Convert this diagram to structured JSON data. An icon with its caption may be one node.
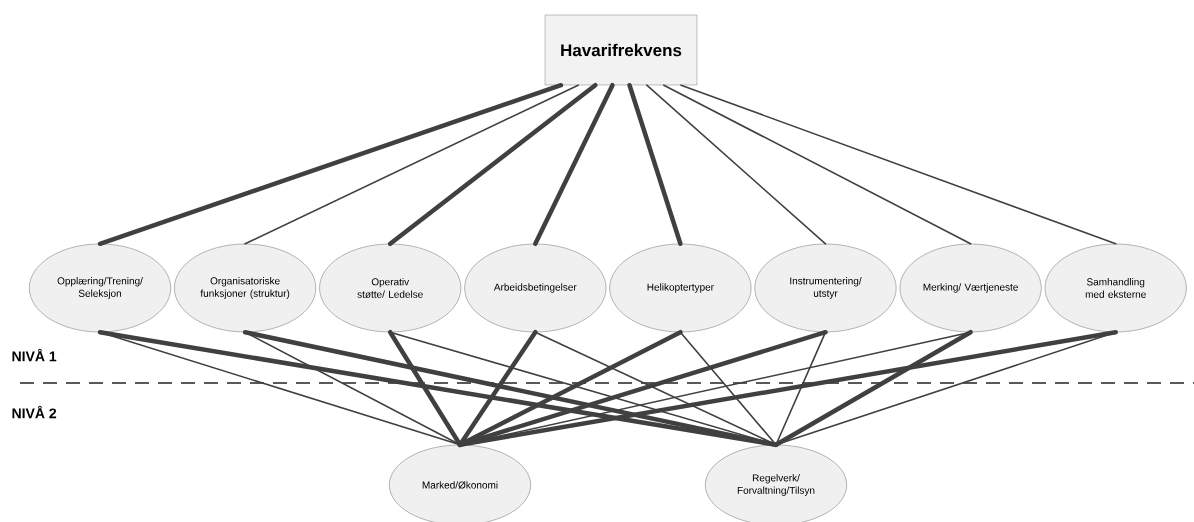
{
  "diagram": {
    "nodes": [
      {
        "text": [
          "Havarifrekvens"
        ]
      },
      {
        "text": [
          "Opplæring/Trening/ Seleksjon"
        ]
      },
      {
        "text": [
          "Organisatoriske funksjoner (struktur)"
        ]
      },
      {
        "text": [
          "Operativ støtte/ Ledelse"
        ]
      },
      {
        "text": [
          "Arbeidsbetingelser"
        ]
      },
      {
        "text": [
          "Helikoptertyper"
        ]
      },
      {
        "text": [
          "Instrumentering/ utstyr"
        ]
      },
      {
        "text": [
          "Merking/ Værtjeneste"
        ]
      },
      {
        "text": [
          "Samhandling med eksterne"
        ]
      },
      {
        "text": [
          "Marked/Økonomi"
        ]
      },
      {
        "text": [
          "Regelverk/ Forvaltning/Tilsyn"
        ]
      }
    ],
    "edges": [
      {
        "from": 0,
        "to": 1,
        "arrow": "none",
        "style": "thick"
      },
      {
        "from": 0,
        "to": 2,
        "arrow": "none"
      },
      {
        "from": 0,
        "to": 3,
        "arrow": "none",
        "style": "thick"
      },
      {
        "from": 0,
        "to": 4,
        "arrow": "none",
        "style": "thick"
      },
      {
        "from": 0,
        "to": 5,
        "arrow": "none",
        "style": "thick"
      },
      {
        "from": 0,
        "to": 6,
        "arrow": "none"
      },
      {
        "from": 0,
        "to": 7,
        "arrow": "none"
      },
      {
        "from": 0,
        "to": 8,
        "arrow": "none"
      },
      {
        "from": 1,
        "to": 9,
        "arrow": "none"
      },
      {
        "from": 1,
        "to": 10,
        "arrow": "none",
        "style": "thick"
      },
      {
        "from": 2,
        "to": 9,
        "arrow": "none"
      },
      {
        "from": 2,
        "to": 10,
        "arrow": "none",
        "style": "thick"
      },
      {
        "from": 3,
        "to": 9,
        "arrow": "none",
        "style": "thick"
      },
      {
        "from": 3,
        "to": 10,
        "arrow": "none"
      },
      {
        "from": 4,
        "to": 9,
        "arrow": "none",
        "style": "thick"
      },
      {
        "from": 4,
        "to": 10,
        "arrow": "none"
      },
      {
        "from": 5,
        "to": 9,
        "arrow": "none",
        "style": "thick"
      },
      {
        "from": 5,
        "to": 10,
        "arrow": "none"
      },
      {
        "from": 6,
        "to": 9,
        "arrow": "none",
        "style": "thick"
      },
      {
        "from": 6,
        "to": 10,
        "arrow": "none"
      },
      {
        "from": 7,
        "to": 9,
        "arrow": "none"
      },
      {
        "from": 7,
        "to": 10,
        "arrow": "none",
        "style": "thick"
      },
      {
        "from": 8,
        "to": 9,
        "arrow": "none",
        "style": "thick"
      },
      {
        "from": 8,
        "to": 10,
        "arrow": "none"
      }
    ],
    "labels": [
      "NIVÅ 1",
      "NIVÅ 2"
    ]
  }
}
